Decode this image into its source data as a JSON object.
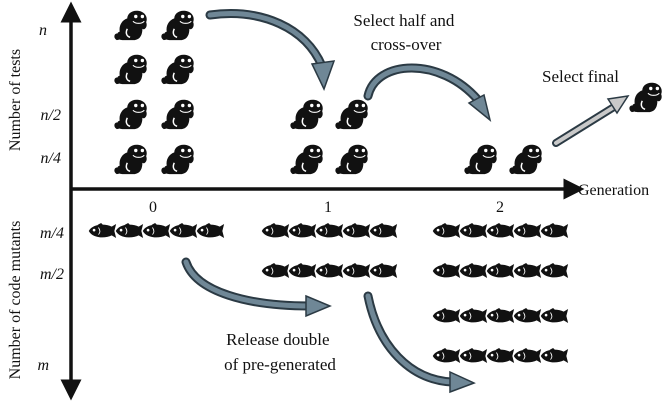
{
  "axes": {
    "y_top_label": "Number of tests",
    "y_bottom_label": "Number of code mutants",
    "x_label": "Generation"
  },
  "y_top_ticks": [
    {
      "id": "n",
      "text": "n"
    },
    {
      "id": "n2",
      "text": "n/2"
    },
    {
      "id": "n4",
      "text": "n/4"
    }
  ],
  "y_bottom_ticks": [
    {
      "id": "m4",
      "text": "m/4"
    },
    {
      "id": "m2",
      "text": "m/2"
    },
    {
      "id": "m",
      "text": "m"
    }
  ],
  "x_ticks": [
    "0",
    "1",
    "2"
  ],
  "annotations": {
    "crossover": [
      "Select half and",
      "cross-over"
    ],
    "final": "Select final",
    "release": [
      "Release double",
      "of pre-generated"
    ]
  },
  "icons": {
    "test": "otter-icon",
    "mutant": "fish-icon"
  },
  "colors": {
    "arrow_fill": "#6f8796",
    "arrow_edge": "#2b3a44",
    "ink": "#111111"
  },
  "groups": {
    "tests": {
      "gen0": 8,
      "gen1": 4,
      "gen2": 2,
      "final": 1
    },
    "mutants": {
      "gen0": 5,
      "gen1": 10,
      "gen2": 20
    }
  }
}
